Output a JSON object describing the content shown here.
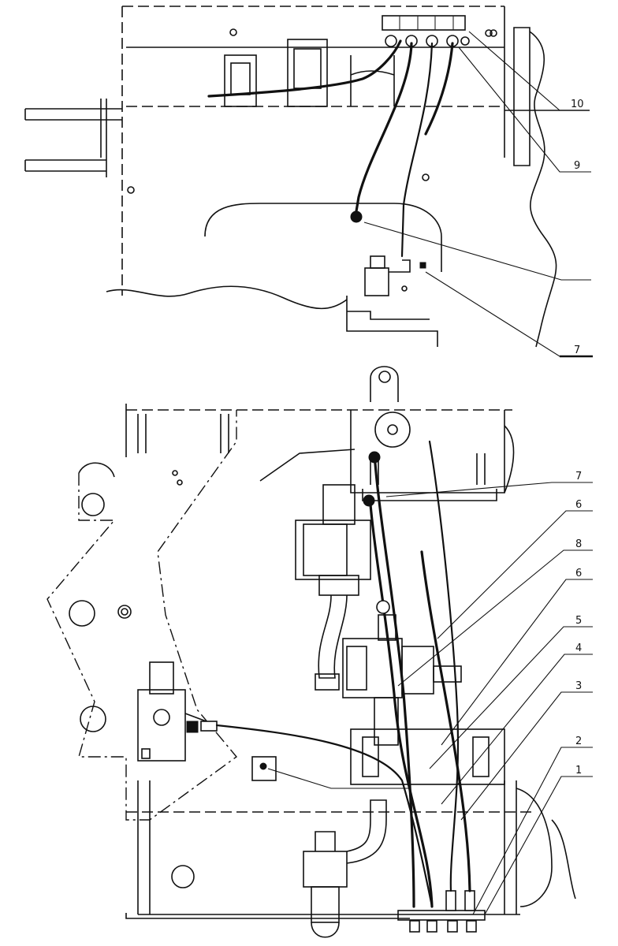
{
  "callouts_top": [
    {
      "label": "10"
    },
    {
      "label": "9"
    },
    {
      "label": "7"
    }
  ],
  "callouts_bottom": [
    {
      "label": "7"
    },
    {
      "label": "6"
    },
    {
      "label": "8"
    },
    {
      "label": "6"
    },
    {
      "label": "5"
    },
    {
      "label": "4"
    },
    {
      "label": "3"
    },
    {
      "label": "2"
    },
    {
      "label": "1"
    }
  ]
}
